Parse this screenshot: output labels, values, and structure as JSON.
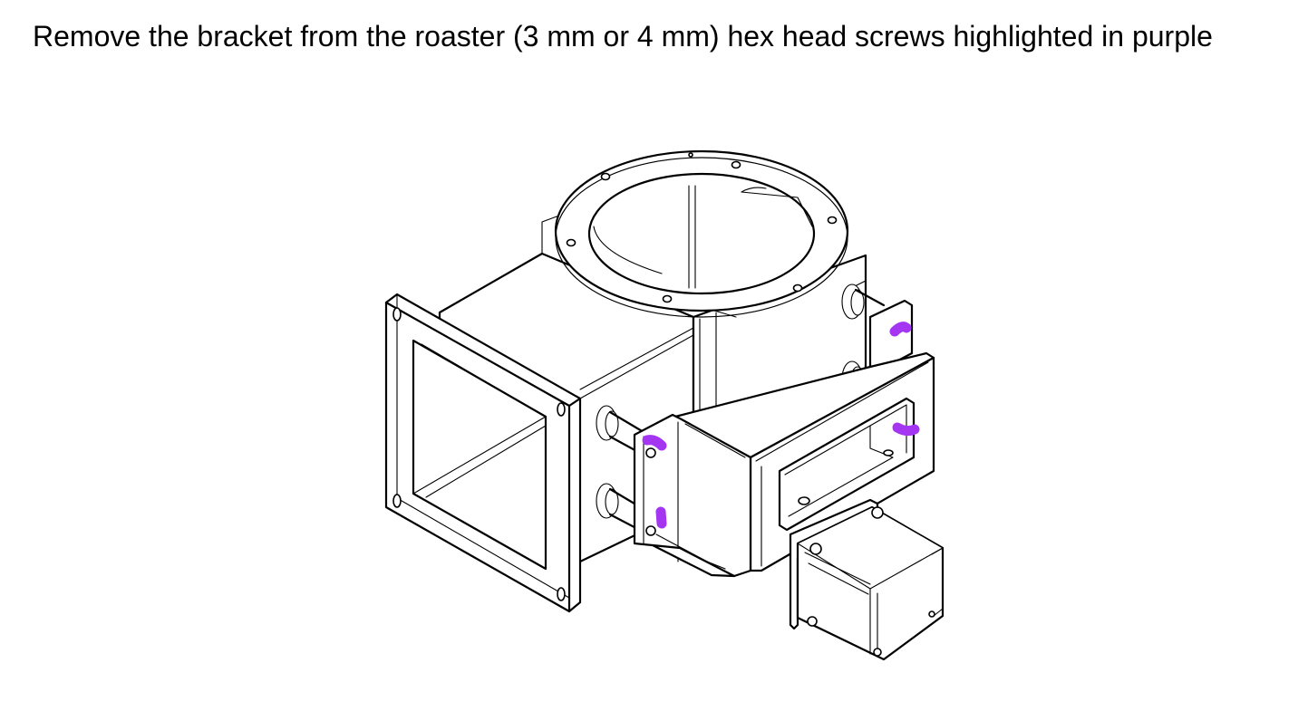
{
  "instruction": {
    "text": "Remove the bracket from the roaster (3 mm or 4 mm) hex head screws highlighted in purple"
  },
  "colors": {
    "highlight": "#a435f0",
    "line": "#000000",
    "background": "#ffffff"
  },
  "diagram": {
    "subject": "roaster assembly with mounting bracket and stepper motor",
    "highlighted_screw_count": 4
  }
}
